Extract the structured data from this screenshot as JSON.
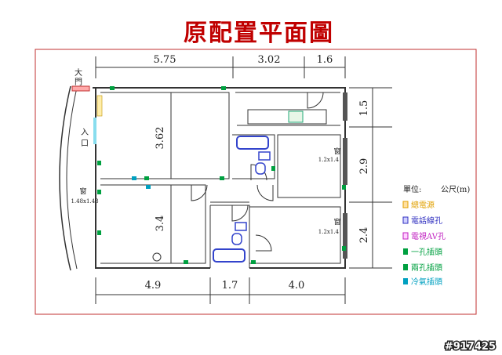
{
  "title": "原配置平面圖",
  "labels": {
    "entrance_main": "大\n門",
    "entrance": "入\n口",
    "window_left": "窗",
    "window_left_size": "1.48x1.48",
    "window_right_upper": "窗",
    "window_right_upper_size": "1.2x1.4",
    "window_right_lower": "窗",
    "window_right_lower_size": "1.2x1.4",
    "room_depth_upper": "3.62",
    "room_depth_lower": "3.4"
  },
  "dimensions": {
    "top": [
      "5.75",
      "3.02",
      "1.6"
    ],
    "bottom": [
      "4.9",
      "1.7",
      "4.0"
    ],
    "right": [
      "1.5",
      "2.9",
      "2.4"
    ]
  },
  "legend": {
    "unit_label": "單位:",
    "unit_value": "公尺(m)",
    "items": [
      {
        "label": "總電源",
        "color": "#e0a000"
      },
      {
        "label": "電話線孔",
        "color": "#3030c0"
      },
      {
        "label": "電視AV孔",
        "color": "#c020c0"
      },
      {
        "label": "一孔插頭",
        "color": "#00a040"
      },
      {
        "label": "兩孔插頭",
        "color": "#00a040"
      },
      {
        "label": "冷氣插頭",
        "color": "#00a0c0"
      }
    ]
  },
  "watermark": "#917425",
  "colors": {
    "frame": "#c03030",
    "title": "#c00000",
    "wall": "#333333"
  }
}
